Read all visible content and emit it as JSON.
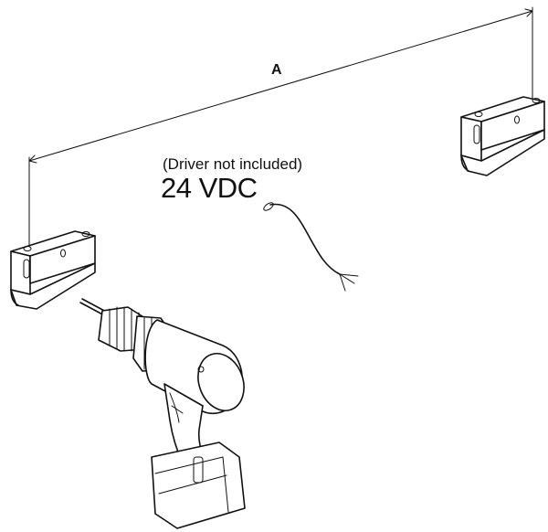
{
  "diagram": {
    "dimension_label": "A",
    "driver_note": "(Driver not included)",
    "voltage_label": "24 VDC"
  },
  "icons": {
    "left_bracket": "mounting-bracket-icon",
    "right_bracket": "mounting-bracket-icon",
    "cable": "power-cable-icon",
    "drill": "cordless-drill-icon"
  }
}
